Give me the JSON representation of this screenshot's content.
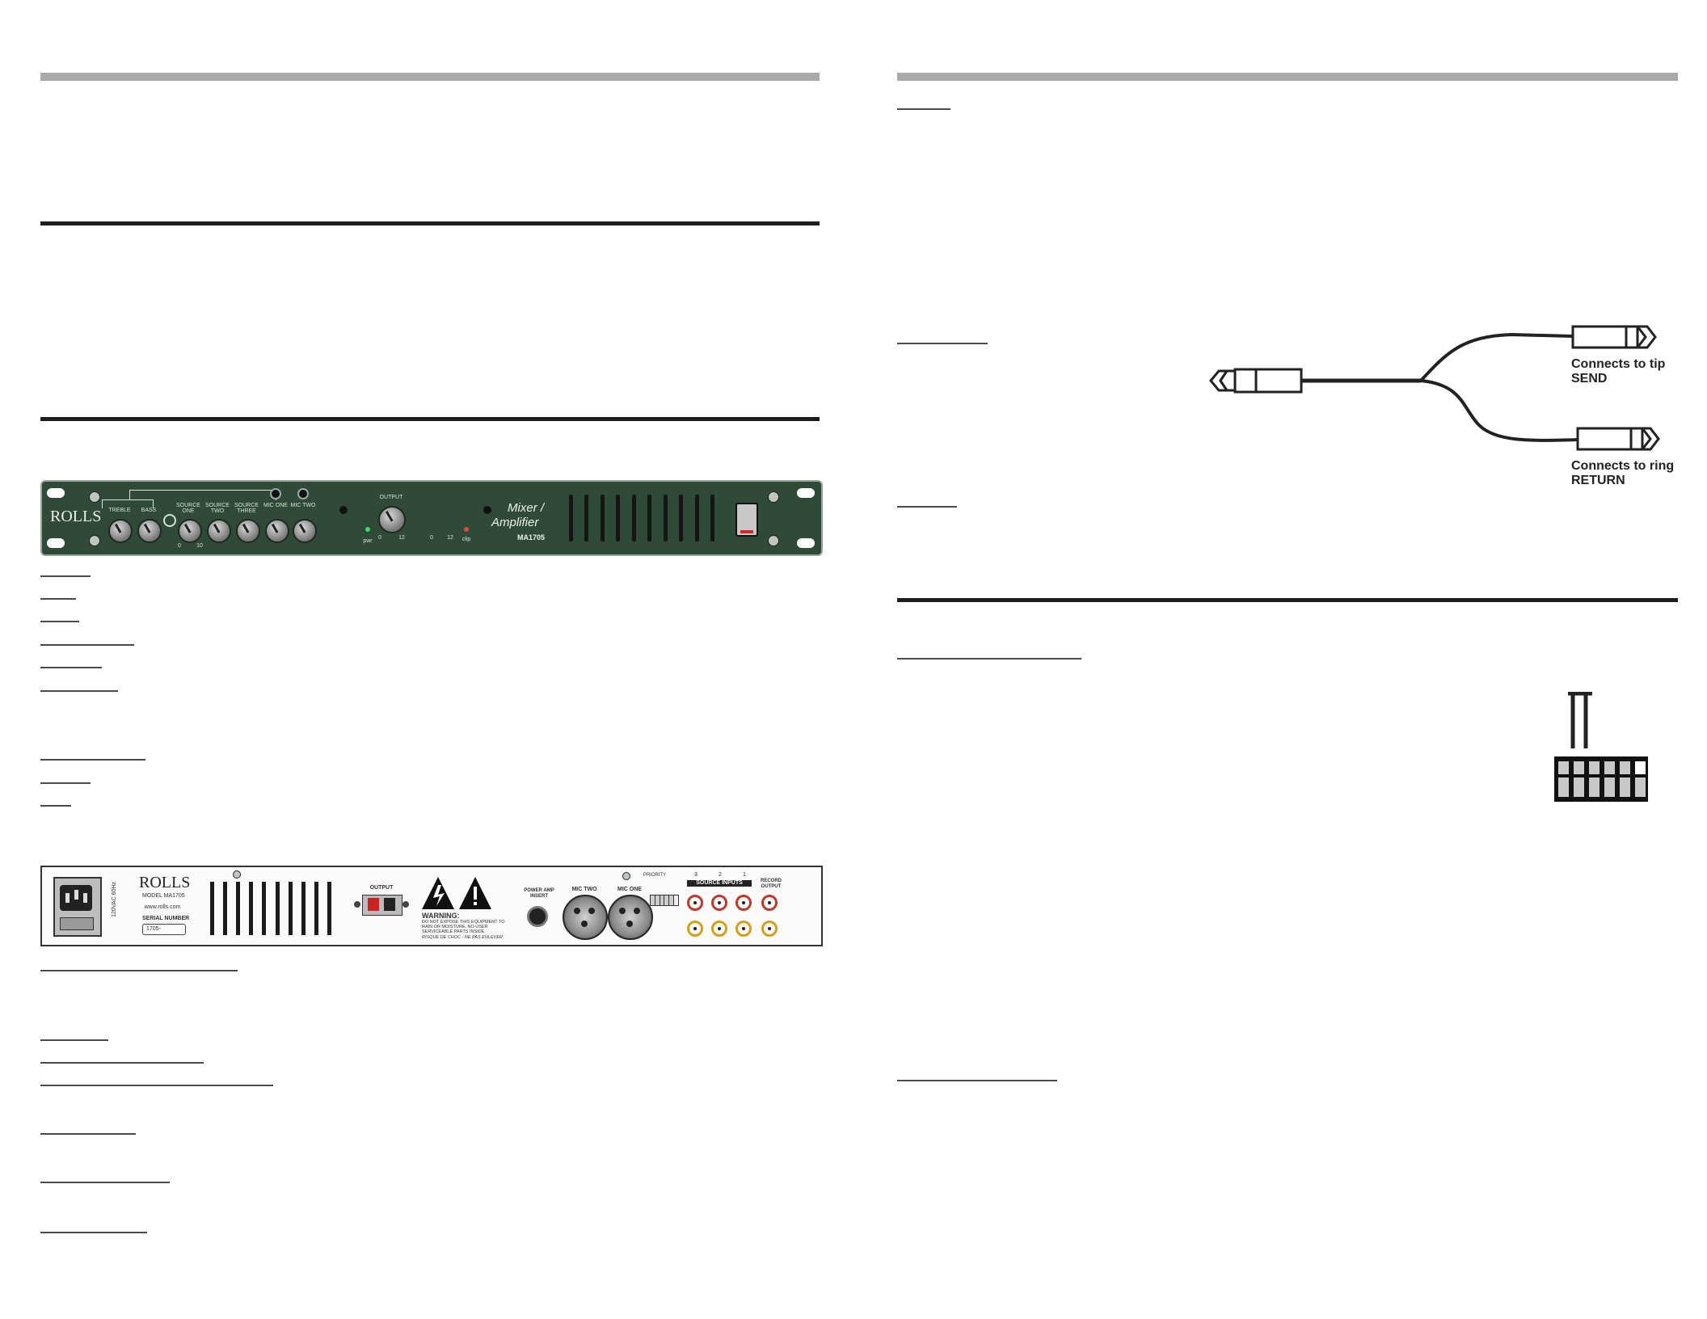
{
  "front_panel": {
    "brand": "ROLLS",
    "model_title_line1": "Mixer /",
    "model_title_line2": "Amplifier",
    "model_number": "MA1705",
    "labels": {
      "treble": "TREBLE",
      "bass": "BASS",
      "source_one": "SOURCE ONE",
      "source_two": "SOURCE TWO",
      "source_three": "SOURCE THREE",
      "mic_one": "MIC ONE",
      "mic_two": "MIC TWO",
      "output": "OUTPUT",
      "pwr": "pwr",
      "clip": "clip",
      "scale_zero": "0",
      "scale_ten": "10",
      "scale_twelve": "12"
    }
  },
  "rear_panel": {
    "brand": "ROLLS",
    "model_line": "MODEL MA1705",
    "website": "www.rolls.com",
    "serial_label": "SERIAL NUMBER",
    "serial_value": "1705-",
    "power_spec": "120VAC 60Hz",
    "output_label": "OUTPUT",
    "warning_title": "WARNING:",
    "warning_text": "DO NOT EXPOSE THIS EQUIPMENT TO RAIN OR MOISTURE. NO USER SERVICEABLE PARTS INSIDE.",
    "warning_french": "RISQUE DE CHOC - NE PAS ENLEVER",
    "power_amp_insert": "POWER AMP INSERT",
    "mic_two": "MIC TWO",
    "mic_one": "MIC ONE",
    "priority": "PRIORITY",
    "source_inputs": "SOURCE INPUTS",
    "record_output": "RECORD OUTPUT",
    "input_numbers": [
      "3",
      "2",
      "1"
    ]
  },
  "cable_diagram": {
    "tip_line1": "Connects to tip",
    "tip_line2": "SEND",
    "ring_line1": "Connects to ring",
    "ring_line2": "RETURN"
  },
  "colors": {
    "header_bar": "#a9a9a9",
    "front_panel": "#2f4a38",
    "rca_red": "#c0392b",
    "rca_yellow": "#d4a017"
  }
}
